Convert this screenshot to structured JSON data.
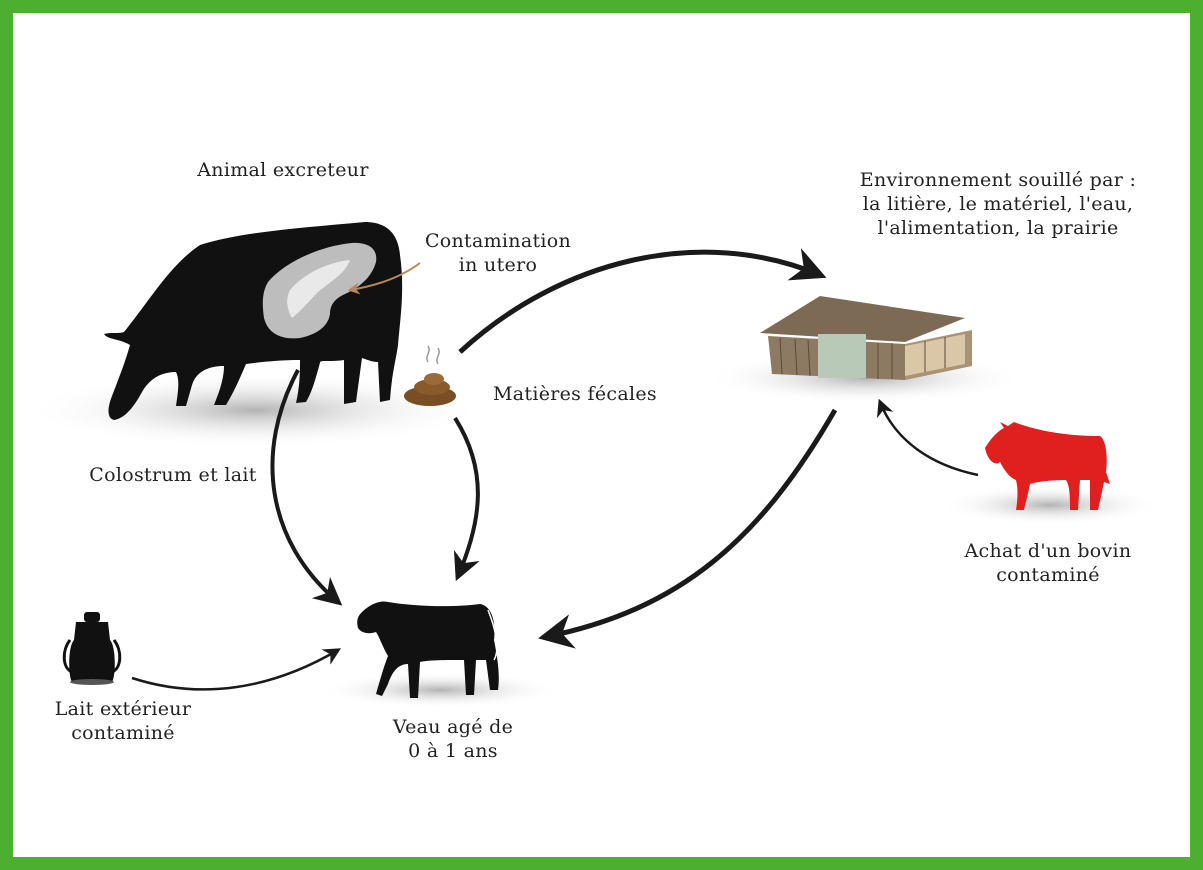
{
  "labels": {
    "animal_excreteur": "Animal excreteur",
    "contamination": "Contamination\nin utero",
    "matieres_fecales": "Matières fécales",
    "colostrum": "Colostrum et lait",
    "environnement": "Environnement souillé par :\nla litière, le matériel, l'eau,\nl'alimentation, la prairie",
    "achat": "Achat d'un bovin\ncontaminé",
    "lait_exterieur": "Lait extérieur\ncontaminé",
    "veau": "Veau agé de\n0 à 1 ans"
  },
  "colors": {
    "border": "#4caf2f",
    "silhouette": "#111111",
    "contaminated_cow": "#e0201e",
    "arrow": "#1a1a1a",
    "arrow_accent": "#b58a55",
    "feces": "#8a5a2b"
  }
}
